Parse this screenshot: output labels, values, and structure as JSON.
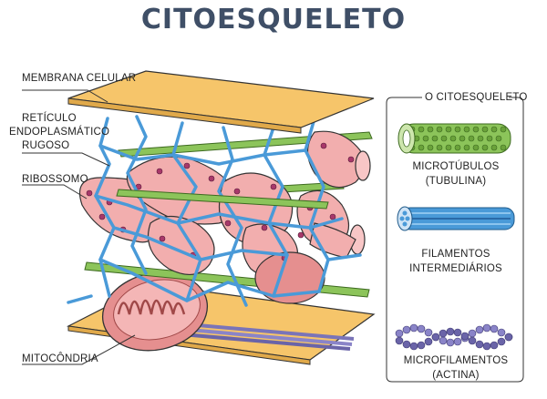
{
  "title": "CITOESQUELETO",
  "labels": {
    "membrana": "MEMBRANA CELULAR",
    "reticulo_l1": "RETÍCULO",
    "reticulo_l2": "ENDOPLASMÁTICO",
    "reticulo_l3": "RUGOSO",
    "ribossomo": "RIBOSSOMO",
    "mitocondria": "MITOCÔNDRIA"
  },
  "legend": {
    "heading": "O CITOESQUELETO",
    "items": [
      {
        "line1": "MICROTÚBULOS",
        "line2": "(TUBULINA)"
      },
      {
        "line1": "FILAMENTOS",
        "line2": "INTERMEDIÁRIOS"
      },
      {
        "line1": "MICROFILAMENTOS",
        "line2": "(ACTINA)"
      }
    ]
  },
  "colors": {
    "membrane": "#f6c56a",
    "er": "#f2aeae",
    "intermediate": "#4a9ad8",
    "microtubule": "#7cb24a",
    "microfilament": "#7a74b8",
    "mitochondria": "#e58f8f",
    "ribosome": "#a8386a"
  }
}
